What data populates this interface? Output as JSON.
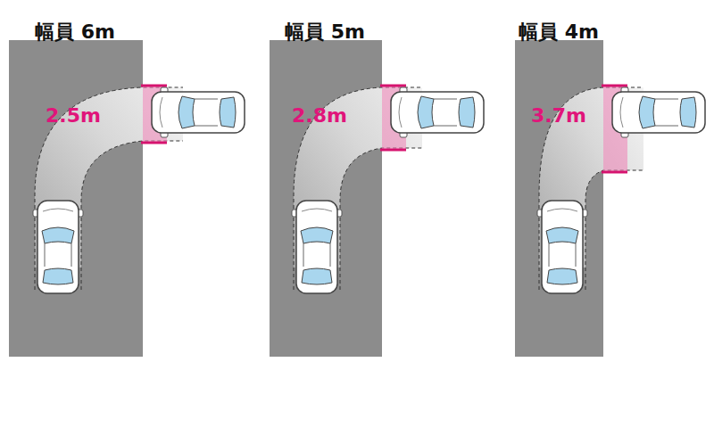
{
  "diagram": {
    "labels": [
      "幅員 6m",
      "2.5m",
      "幅員 5m",
      "2.8m",
      "幅員 4m",
      "3.7m"
    ]
  }
}
